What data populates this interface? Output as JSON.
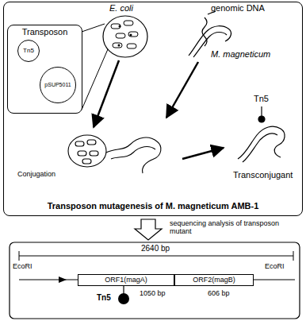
{
  "diagram": {
    "nodes": [
      {
        "text": [
          "Transposon mutagenesis of M. magneticum AMB-1"
        ]
      },
      {
        "text": [
          "Transposon"
        ],
        "in": 0
      },
      {
        "text": [
          "Tn5"
        ],
        "in": 1
      },
      {
        "text": [
          "pSUP5011"
        ],
        "in": 1
      },
      {
        "text": [
          "ORF1(magA)"
        ]
      },
      {
        "text": [
          "ORF2(magB)"
        ]
      }
    ],
    "labels": [
      "E. coli",
      "genomic DNA",
      "M. magneticum",
      "Conjugation",
      "Tn5",
      "Transconjugant",
      "sequencing analysis of transposon mutant",
      "2640 bp",
      "EcoRI",
      "EcoRI",
      "1050 bp",
      "606 bp",
      "Tn5"
    ]
  }
}
